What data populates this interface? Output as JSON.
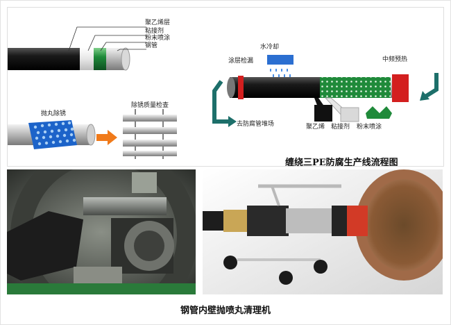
{
  "layers": {
    "pe": "聚乙烯层",
    "adhesive": "粘接剂",
    "powder": "粉末喷涂",
    "steel": "钢管"
  },
  "shot_blast": {
    "label": "抛丸除锈",
    "check": "除锈质量检查"
  },
  "line": {
    "water_cool": "水冷却",
    "leak_detect": "涂层检漏",
    "mid_freq": "中频预热",
    "to_storage": "去防腐管堆场",
    "pe": "聚乙烯",
    "adhesive": "粘接剂",
    "powder": "粉末喷涂",
    "title": "缠绕三PE防腐生产线流程图"
  },
  "caption": "钢管内壁抛喷丸清理机",
  "colors": {
    "pe_black": "#151515",
    "green": "#1f8a3a",
    "teal_arrow": "#1d6f6a",
    "orange_arrow": "#f07a1a",
    "blue_dots": "#1c63c9",
    "red_ring": "#d31f1f"
  }
}
